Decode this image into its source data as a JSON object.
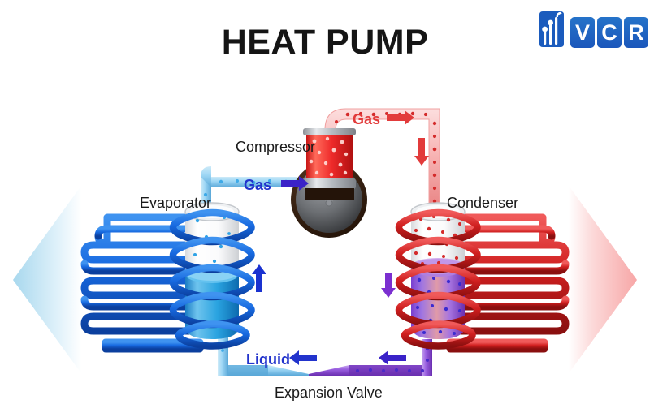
{
  "page": {
    "title": "HEAT PUMP",
    "background": "#ffffff"
  },
  "brand": {
    "name": "VCR",
    "letters": [
      "V",
      "C",
      "R"
    ],
    "icon": "circuit-probe-icon",
    "color": "#1b5bbd"
  },
  "diagram": {
    "type": "heat-pump-refrigeration-cycle",
    "components": [
      {
        "id": "compressor",
        "label": "Compressor"
      },
      {
        "id": "evaporator",
        "label": "Evaporator"
      },
      {
        "id": "condenser",
        "label": "Condenser"
      },
      {
        "id": "expansion-valve",
        "label": "Expansion Valve"
      }
    ],
    "flow_labels": [
      {
        "id": "gas-cold",
        "label": "Gas",
        "color": "#2233cc",
        "arrow": "right"
      },
      {
        "id": "gas-hot",
        "label": "Gas",
        "color": "#e23b3b",
        "arrow": "right"
      },
      {
        "id": "liquid",
        "label": "Liquid",
        "color": "#2233cc",
        "arrow": "left"
      }
    ],
    "flow_arrows": [
      {
        "id": "evaporator-up",
        "direction": "up",
        "color": "#1a32d0"
      },
      {
        "id": "discharge-down",
        "direction": "down",
        "color": "#e23b3b"
      },
      {
        "id": "condenser-down",
        "direction": "down",
        "color": "#7b2fd0"
      },
      {
        "id": "liquid-left",
        "direction": "left",
        "color": "#3a22c8"
      }
    ],
    "heat_arrows": [
      {
        "id": "heat-source-in",
        "direction": "left",
        "color": "#bfe3f2"
      },
      {
        "id": "heat-sink-out",
        "direction": "right",
        "color": "#f9bcbc"
      }
    ],
    "colors": {
      "cold_coil": "#1769e0",
      "hot_coil": "#d01f1f",
      "cold_liquid": "#2e9fe0",
      "hot_liquid": "#7b4fd4",
      "gas_hot": "#ee4444",
      "gas_cold": "#9fd7f5",
      "heat_in_arrow": "#bfe3f2",
      "heat_out_arrow": "#f9bcbc"
    }
  }
}
